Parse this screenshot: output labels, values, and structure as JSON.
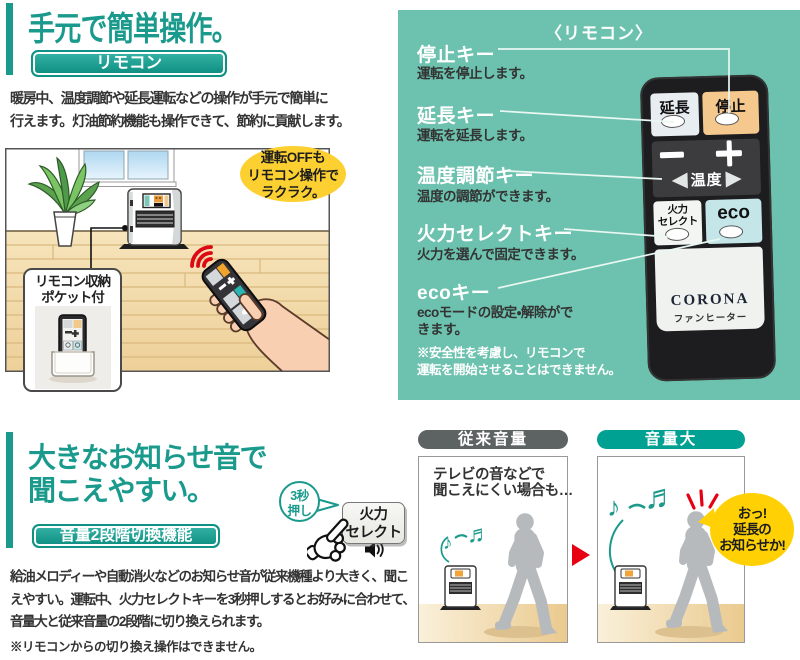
{
  "colors": {
    "accent_teal": "#199a8c",
    "panel_green": "#6cc2ae",
    "stop_key_orange": "#f5c88e",
    "eco_key_cyan": "#c4e6e9",
    "alert_red": "#e60012",
    "callout_yellow": "#ffd104",
    "titlebar_gray": "#5d6362",
    "titlebar_teal": "#00a092"
  },
  "section_remote": {
    "heading": "手元で簡単操作。",
    "badge": "リモコン",
    "body_lines": [
      "暖房中、温度調節や延長運転などの操作が手元で簡単に",
      "行えます。灯油節約機能も操作できて、節約に貢献します。"
    ],
    "illustration": {
      "bubble_line1": "運転OFFも",
      "bubble_line2": "リモコン操作で",
      "bubble_line3": "ラクラク。",
      "pocket_line1": "リモコン収納",
      "pocket_line2": "ポケット付"
    }
  },
  "remote_panel": {
    "title": "〈リモコン〉",
    "items": [
      {
        "name": "停止キー",
        "desc": "運転を停止します。"
      },
      {
        "name": "延長キー",
        "desc": "運転を延長します。"
      },
      {
        "name": "温度調節キー",
        "desc": "温度の調節ができます。"
      },
      {
        "name": "火力セレクトキー",
        "desc": "火力を選んで固定できます。"
      },
      {
        "name": "ecoキー",
        "desc": "ecoモードの設定・解除ができます。"
      }
    ],
    "note_line1": "※安全性を考慮し、リモコンで",
    "note_line2": "運転を開始させることはできません。",
    "remote": {
      "key_encho": "延長",
      "key_teishi": "停止",
      "ondo": "温度",
      "karyoku": "火力\nセレクト",
      "eco": "eco",
      "brand": "CORONA",
      "product": "ファンヒーター"
    }
  },
  "section_volume": {
    "heading_line1": "大きなお知らせ音で",
    "heading_line2": "聞こえやすい。",
    "badge": "音量2段階切換機能",
    "press_line1": "3秒",
    "press_line2": "押し",
    "button_line1": "火力",
    "button_line2": "セレクト",
    "body_lines": [
      "給油メロディーや自動消火などのお知らせ音が従来機種より大きく、聞こ",
      "えやすい。運転中、火力セレクトキーを3秒押しするとお好みに合わせて、",
      "音量大と従来音量の2段階に切り換えられます。"
    ],
    "note": "※リモコンからの切り換え操作はできません。"
  },
  "comparison": {
    "before": {
      "title": "従来音量",
      "caption_line1": "テレビの音などで",
      "caption_line2": "聞こえにくい場合も…"
    },
    "after": {
      "title": "音量大",
      "callout_line1": "おっ!",
      "callout_line2": "延長の",
      "callout_line3": "お知らせか!"
    }
  }
}
